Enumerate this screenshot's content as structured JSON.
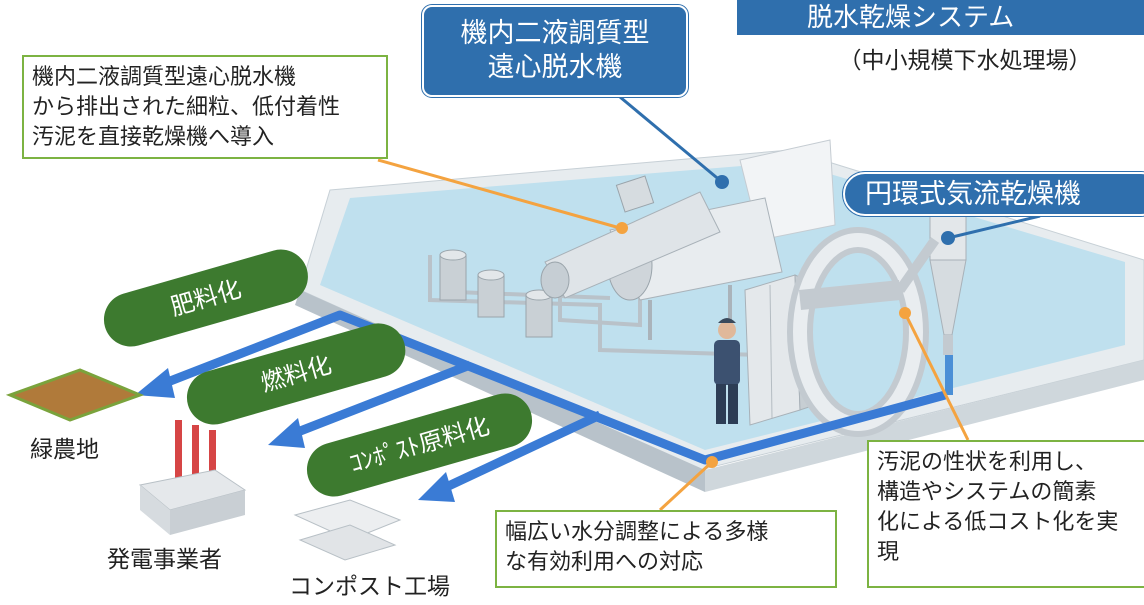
{
  "title": "脱水乾燥システム",
  "subtitle": "（中小規模下水処理場）",
  "callouts": {
    "machine": "機内二液調質型\n遠心脱水機",
    "dryer": "円環式気流乾燥機"
  },
  "notes": {
    "sludge_intro": "機内二液調質型遠心脱水機\nから排出された細粒、低付着性\n汚泥を直接乾燥機へ導入",
    "moisture": "幅広い水分調整による多様\nな有効利用への対応",
    "low_cost": "汚泥の性状を利用し、\n構造やシステムの簡素\n化による低コスト化を実\n現"
  },
  "usages": [
    {
      "label": "肥料化",
      "destination": "緑農地"
    },
    {
      "label": "燃料化",
      "destination": "発電事業者"
    },
    {
      "label": "ｺﾝﾎﾟｽﾄ原料化",
      "destination": "コンポスト工場"
    }
  ],
  "colors": {
    "blue": "#2f6fad",
    "green_pill": "#3d7a2f",
    "note_border": "#7cb342",
    "arrow_blue": "#3a7bd5",
    "leader_orange": "#f4a340",
    "floor": "#bfe0ee"
  }
}
